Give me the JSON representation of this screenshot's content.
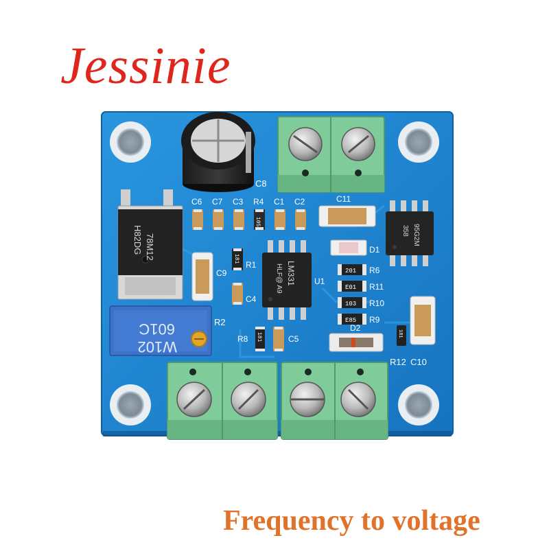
{
  "brand": {
    "name": "Jessinie"
  },
  "caption": "Frequency to voltage",
  "colors": {
    "pcb": "#1f8ad6",
    "brand_red": "#e0261c",
    "caption_orange": "#e0722a",
    "terminal_green": "#78c493"
  },
  "silkscreen": {
    "C6": "C6",
    "C7": "C7",
    "C3": "C3",
    "R4": "R4",
    "C1": "C1",
    "C2": "C2",
    "C11": "C11",
    "C8": "C8",
    "C9": "C9",
    "C4": "C4",
    "C5": "C5",
    "R1": "R1",
    "R2": "R2",
    "R8": "R8",
    "U1": "U1",
    "D1": "D1",
    "D2": "D2",
    "R6": "R6",
    "R11": "R11",
    "R10": "R10",
    "R9": "R9",
    "R12": "R12",
    "C10": "C10"
  },
  "chips": {
    "regulator_l1": "H82DG",
    "regulator_l2": "78M12",
    "u1_l1": "LM331",
    "u1_l2": "HLF@ A9",
    "opamp_l1": "358",
    "opamp_l2": "95G2M"
  },
  "potentiometer": {
    "l1": "601C",
    "l2": "W102"
  },
  "smd_codes": {
    "r1": "181",
    "r8": "181",
    "r4": "105",
    "r6": "201",
    "r11": "E01",
    "r10": "103",
    "r9": "E85",
    "r12": "181"
  },
  "icons": [
    "electrolytic-capacitor",
    "voltage-regulator",
    "ic-chip",
    "screw-terminal",
    "trimmer-potentiometer",
    "mounting-hole"
  ]
}
